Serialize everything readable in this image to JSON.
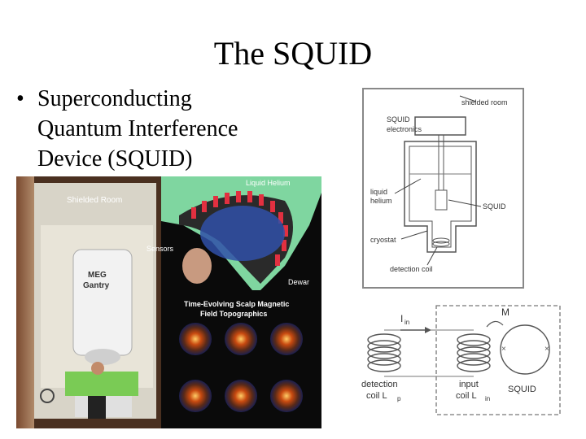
{
  "slide": {
    "title": "The SQUID",
    "bullet_lines": [
      "Superconducting",
      "Quantum Interference",
      "Device (SQUID)"
    ]
  },
  "photo": {
    "labels": {
      "shielded_room": "Shielded Room",
      "meg": "MEG",
      "gantry": "Gantry",
      "liquid_helium": "Liquid Helium",
      "sensors": "Sensors",
      "dewar": "Dewar",
      "topo_line1": "Time-Evolving Scalp Magnetic",
      "topo_line2": "Field Topographics"
    }
  },
  "cryostat_diagram": {
    "labels": {
      "shielded_room": "shielded room",
      "squid_electronics_1": "SQUID",
      "squid_electronics_2": "electronics",
      "liquid_1": "liquid",
      "liquid_2": "helium",
      "squid": "SQUID",
      "cryostat": "cryostat",
      "detection_coil": "detection coil"
    }
  },
  "circuit_diagram": {
    "labels": {
      "current": "I",
      "current_sub": "in",
      "mutual": "M",
      "detection_1": "detection",
      "detection_2": "coil L",
      "detection_sub": "p",
      "input_1": "input",
      "input_2": "coil L",
      "input_sub": "in",
      "squid": "SQUID"
    }
  },
  "colors": {
    "photo_bg": "#3a2a1e",
    "helmet_green": "#7fd6a0",
    "brain_black": "#0a0a0a",
    "sensor_red": "#e23040",
    "sensor_blue": "#3050a8",
    "diagram_stroke": "#444444"
  }
}
